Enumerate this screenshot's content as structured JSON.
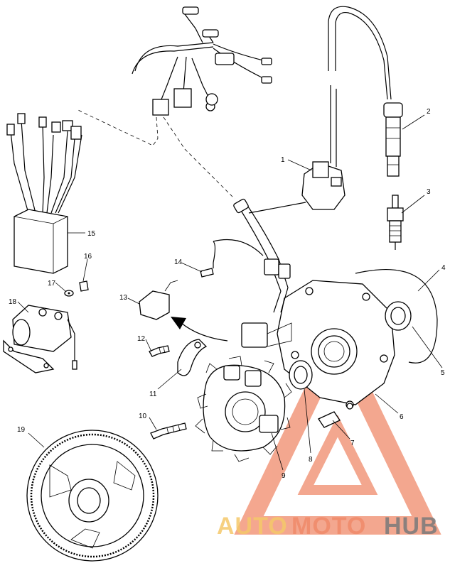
{
  "callouts": [
    {
      "id": "1",
      "label": "1"
    },
    {
      "id": "2",
      "label": "2"
    },
    {
      "id": "3",
      "label": "3"
    },
    {
      "id": "4",
      "label": "4"
    },
    {
      "id": "5",
      "label": "5"
    },
    {
      "id": "6",
      "label": "6"
    },
    {
      "id": "7",
      "label": "7"
    },
    {
      "id": "8",
      "label": "8"
    },
    {
      "id": "9",
      "label": "9"
    },
    {
      "id": "10",
      "label": "10"
    },
    {
      "id": "11",
      "label": "11"
    },
    {
      "id": "12",
      "label": "12"
    },
    {
      "id": "13",
      "label": "13"
    },
    {
      "id": "14",
      "label": "14"
    },
    {
      "id": "15",
      "label": "15"
    },
    {
      "id": "16",
      "label": "16"
    },
    {
      "id": "17",
      "label": "17"
    },
    {
      "id": "18",
      "label": "18"
    },
    {
      "id": "19",
      "label": "19"
    }
  ],
  "watermark": {
    "part1": "AUTO",
    "part2": "MOTO",
    "part3": "HUB",
    "color_primary": "#f08a6a",
    "color_secondary": "#f5c86a",
    "color_dark": "#7a7a7a"
  }
}
